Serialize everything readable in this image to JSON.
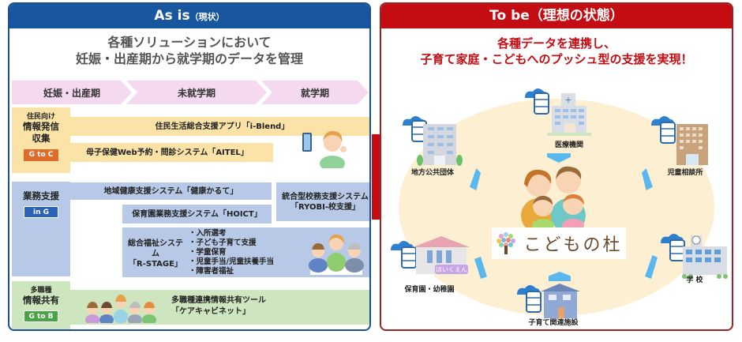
{
  "as_is": {
    "title": "As is",
    "title_paren": "（現状）",
    "subtitle_line1": "各種ソリューションにおいて",
    "subtitle_line2": "妊娠・出産期から就学期のデータを管理",
    "phases": [
      "妊娠・出産期",
      "未就学期",
      "就学期"
    ],
    "categories": [
      {
        "small": "住民向け",
        "big1": "情報発信",
        "big2": "収集",
        "badge": "G to C",
        "badge_color": "#e06c2c"
      },
      {
        "small": "",
        "big1": "業務支援",
        "big2": "",
        "badge": "in G",
        "badge_color": "#2c62b8"
      },
      {
        "small": "多職種",
        "big1": "情報共有",
        "big2": "",
        "badge": "G to B",
        "badge_color": "#4aa345"
      }
    ],
    "systems": {
      "iblend": "住民生活総合支援アプリ「i-Blend」",
      "aitel": "母子保健Web予約・問診システム「AITEL」",
      "kenko": "地域健康支援システム「健康かるて」",
      "ryobi_line1": "統合型校務支援システム",
      "ryobi_line2": "「RYOBI-校支援」",
      "hoict": "保育園業務支援システム「HOICT」",
      "rstage_line1": "総合福祉システム",
      "rstage_line2": "「R-STAGE」",
      "rstage_items": [
        "・入所選考",
        "・子ども子育て支援",
        "・学童保育",
        "・児童手当/児童扶養手当",
        "・障害者福祉"
      ],
      "care_line1": "多職種連携情報共有ツール",
      "care_line2": "「ケアキャビネット」"
    }
  },
  "to_be": {
    "title": "To be（理想の状態）",
    "subtitle_line1": "各種データを連携し、",
    "subtitle_line2": "子育て家庭・こどもへのプッシュ型の支援を実現！",
    "center_logo": "こどもの杜",
    "facilities": {
      "medical": "医療機関",
      "local_gov": "地方公共団体",
      "child_consult": "児童相談所",
      "nursery": "保育園・幼稚園",
      "school": "学 校",
      "childcare_facility": "子育て関連施設"
    },
    "nursery_sign": "ほいくえん"
  },
  "colors": {
    "as_is_header": "#1856a0",
    "to_be_header": "#c40d12",
    "phase_pink": "#f5d9f0",
    "yellow": "#fbe3a8",
    "blue": "#b7c9e6",
    "green": "#cde6bf",
    "oval": "#fdf0d2",
    "link": "#5bb8ef"
  }
}
